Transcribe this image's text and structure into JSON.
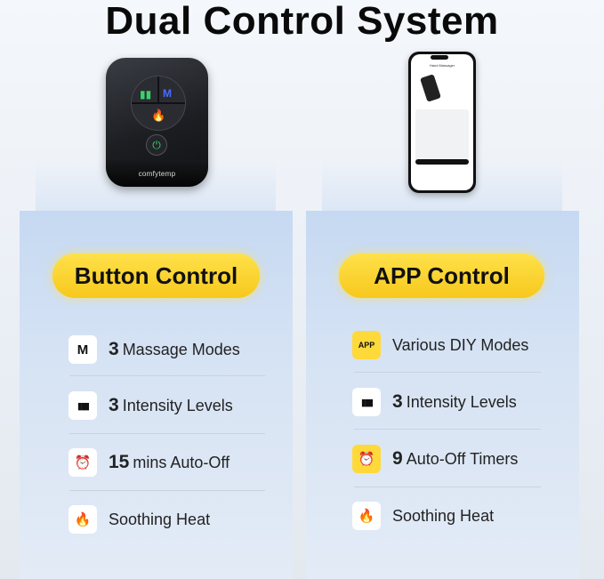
{
  "title": "Dual Control System",
  "remote": {
    "brand": "comfytemp",
    "mode_key": "M"
  },
  "phone": {
    "screen_title": "Hand Massager"
  },
  "left": {
    "heading": "Button Control",
    "features": [
      {
        "icon": "m-letter-icon",
        "glyph": "M",
        "num": "3",
        "text": "Massage Modes"
      },
      {
        "icon": "bars-icon",
        "glyph": "▮▮▮",
        "num": "3",
        "text": "Intensity Levels"
      },
      {
        "icon": "alarm-clock-icon",
        "glyph": "⏰",
        "num": "15",
        "text": "mins Auto-Off"
      },
      {
        "icon": "flame-icon",
        "glyph": "🔥",
        "num": "",
        "text": "Soothing Heat"
      }
    ]
  },
  "right": {
    "heading": "APP Control",
    "features": [
      {
        "icon": "app-icon",
        "glyph": "APP",
        "num": "",
        "text": "Various DIY Modes"
      },
      {
        "icon": "bars-icon",
        "glyph": "▮▮▮",
        "num": "3",
        "text": "Intensity Levels"
      },
      {
        "icon": "alarm-clock-icon",
        "glyph": "⏰",
        "num": "9",
        "text": "Auto-Off Timers"
      },
      {
        "icon": "flame-icon",
        "glyph": "🔥",
        "num": "",
        "text": "Soothing Heat"
      }
    ]
  },
  "colors": {
    "accent_yellow": "#f7c81d",
    "pillar_blue": "#c6d9f2"
  }
}
